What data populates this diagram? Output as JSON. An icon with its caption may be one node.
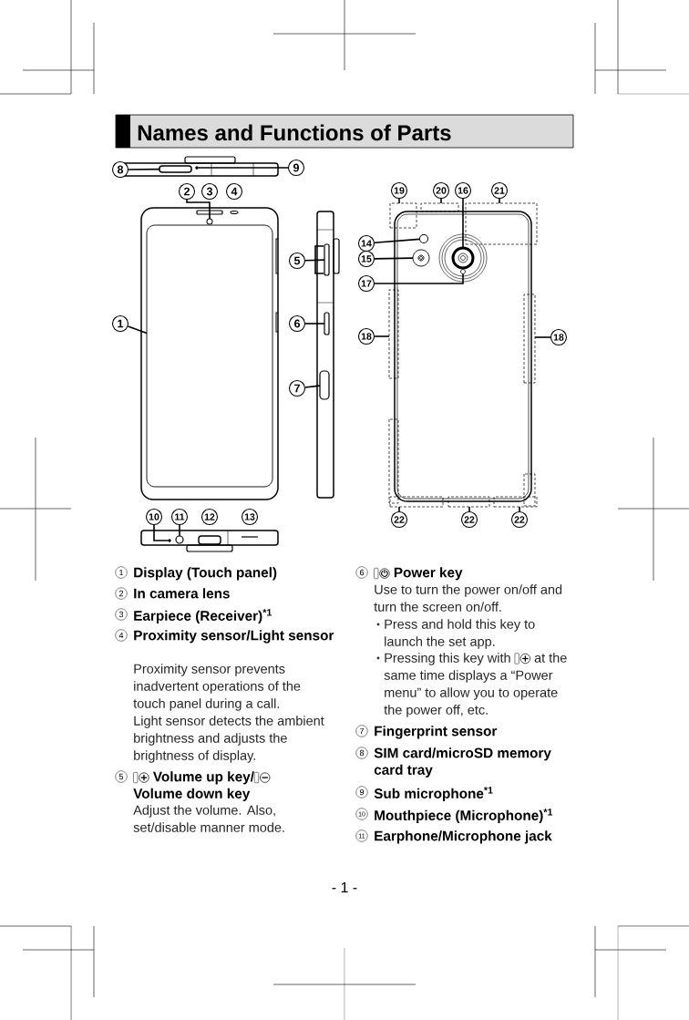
{
  "diagram": {
    "title": "Names and Functions of Parts",
    "nodes": [
      {
        "text": [
          "8"
        ]
      },
      {
        "text": [
          "9"
        ]
      },
      {
        "text": [
          "2"
        ]
      },
      {
        "text": [
          "1"
        ]
      },
      {
        "text": [
          "5"
        ]
      },
      {
        "text": [
          "6"
        ]
      },
      {
        "text": [
          "7"
        ]
      },
      {
        "text": [
          "10"
        ]
      },
      {
        "text": [
          "11"
        ]
      },
      {
        "text": [
          "19"
        ]
      },
      {
        "text": [
          "20"
        ]
      },
      {
        "text": [
          "16"
        ]
      },
      {
        "text": [
          "21"
        ]
      },
      {
        "text": [
          "14"
        ]
      },
      {
        "text": [
          "15"
        ]
      },
      {
        "text": [
          "17"
        ]
      },
      {
        "text": [
          "18"
        ]
      },
      {
        "text": [
          "18"
        ]
      },
      {
        "text": [
          "22"
        ]
      },
      {
        "text": [
          "22"
        ]
      },
      {
        "text": [
          "22"
        ]
      },
      {
        "text": [],
        "shape": "box"
      },
      {
        "text": [],
        "shape": "circle"
      },
      {
        "text": [],
        "shape": "circle"
      },
      {
        "text": [],
        "shape": "box"
      },
      {
        "text": [],
        "shape": "box"
      },
      {
        "text": [],
        "shape": "box"
      },
      {
        "text": [],
        "shape": "box"
      },
      {
        "text": [],
        "shape": "circle"
      },
      {
        "text": [],
        "shape": "circle"
      },
      {
        "text": [],
        "shape": "box"
      },
      {
        "text": [],
        "shape": "box"
      },
      {
        "text": [],
        "shape": "circle"
      },
      {
        "text": [],
        "shape": "box"
      },
      {
        "text": [],
        "shape": "circle"
      },
      {
        "text": [],
        "shape": "circle"
      },
      {
        "text": [],
        "shape": "circle"
      },
      {
        "text": [],
        "shape": "box"
      },
      {
        "text": [],
        "shape": "box"
      },
      {
        "text": [],
        "shape": "box"
      },
      {
        "text": [],
        "shape": "box"
      },
      {
        "text": [],
        "shape": "box"
      },
      {
        "text": [
          "3"
        ]
      },
      {
        "text": [
          "4"
        ]
      },
      {
        "text": [
          "12"
        ]
      },
      {
        "text": [
          "13"
        ]
      }
    ],
    "edges": [
      {
        "from": 0,
        "to": 21,
        "arrow": "none"
      },
      {
        "from": 1,
        "to": 22,
        "arrow": "none"
      },
      {
        "from": 2,
        "to": 23,
        "arrow": "none"
      },
      {
        "from": 3,
        "to": 24,
        "arrow": "none"
      },
      {
        "from": 4,
        "to": 25,
        "arrow": "none"
      },
      {
        "from": 5,
        "to": 26,
        "arrow": "none"
      },
      {
        "from": 6,
        "to": 27,
        "arrow": "none"
      },
      {
        "from": 7,
        "to": 28,
        "arrow": "none"
      },
      {
        "from": 8,
        "to": 29,
        "arrow": "none"
      },
      {
        "from": 9,
        "to": 30,
        "arrow": "none"
      },
      {
        "from": 10,
        "to": 31,
        "arrow": "none"
      },
      {
        "from": 11,
        "to": 32,
        "arrow": "none"
      },
      {
        "from": 12,
        "to": 33,
        "arrow": "none"
      },
      {
        "from": 13,
        "to": 34,
        "arrow": "none"
      },
      {
        "from": 14,
        "to": 35,
        "arrow": "none"
      },
      {
        "from": 15,
        "to": 36,
        "arrow": "none"
      },
      {
        "from": 16,
        "to": 37,
        "arrow": "none"
      },
      {
        "from": 17,
        "to": 38,
        "arrow": "none"
      },
      {
        "from": 18,
        "to": 39,
        "arrow": "none"
      },
      {
        "from": 19,
        "to": 40,
        "arrow": "none"
      },
      {
        "from": 20,
        "to": 41,
        "arrow": "none"
      }
    ],
    "labels": [
      "1",
      "Display (Touch panel)",
      "2",
      "In camera lens",
      "3",
      "Earpiece (Receiver)$^{*1}$",
      "4",
      "Proximity sensor/Light sensor",
      "Proximity sensor prevents inadvertent operations of the touch panel during a call.",
      "Light sensor detects the ambient brightness and adjusts the brightness of display.",
      "5",
      "Volume up key/",
      "Volume down key",
      "Adjust the volume. Also, set/disable manner mode.",
      "6",
      "Power key",
      "Use to turn the power on/off and turn the screen on/off.",
      "Press and hold this key to launch the set app.",
      "Pressing this key with",
      "at the same time displays a “Power menu” to allow you to operate the power off, etc.",
      "7",
      "Fingerprint sensor",
      "8",
      "SIM card/microSD memory card tray",
      "9",
      "Sub microphone$^{*1}$",
      "10",
      "Mouthpiece (Microphone)$^{*1}$",
      "11",
      "Earphone/Microphone jack",
      "- 1 -"
    ]
  }
}
